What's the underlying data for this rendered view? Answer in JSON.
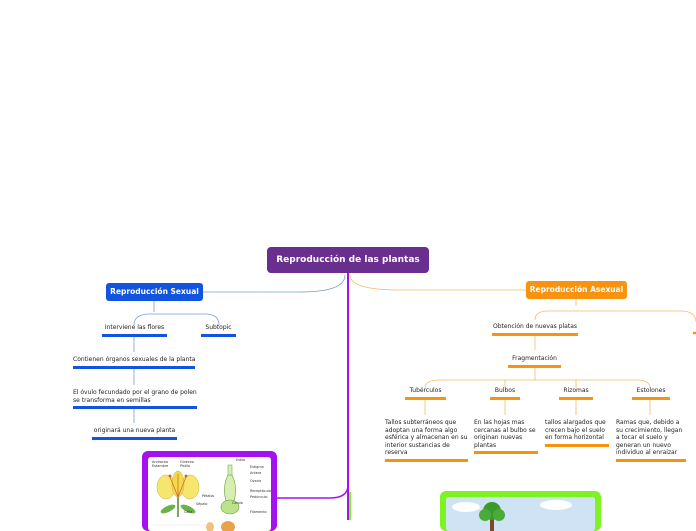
{
  "root": {
    "label": "Reproducción de las plantas"
  },
  "sexual": {
    "label": "Reproducción Sexual",
    "children": [
      {
        "label": "Interviene las flores"
      },
      {
        "label": "Subtopic"
      },
      {
        "label": "Contienen órganos sexuales de la planta"
      },
      {
        "label": "El óvulo fecundado por el grano de polen se transforma en semillas"
      },
      {
        "label": "originará una nueva planta"
      }
    ]
  },
  "asexual": {
    "label": "Reproducción Asexual",
    "children": [
      {
        "label": "Obtención de nuevas platas"
      },
      {
        "label": "Fragmentación"
      }
    ],
    "types": [
      {
        "label": "Tubérculos",
        "description": "Tallos subterráneos que adoptan una forma algo esférica y almacenan en su interior sustancias de reserva"
      },
      {
        "label": "Bulbos",
        "description": "En las hojas mas cercanas al bulbo se originan nuevas plantas"
      },
      {
        "label": "Rizomas",
        "description": "tallos alargados que crecen bajo el suelo en forma horizontal"
      },
      {
        "label": "Estolones",
        "description": "Ramas que, debido a su crecimiento, llegan a tocar el suelo y generan un nuevo individuo al enraizar"
      }
    ]
  },
  "flower_diagram": {
    "labels": [
      "Androceo",
      "Estambre",
      "Gineceo",
      "Pistilo",
      "Estilo",
      "Estigma",
      "Ovario",
      "Pétalos",
      "Sépalo",
      "Cáliz",
      "Corola",
      "Receptáculo",
      "Pedúnculo",
      "Antera",
      "Filamento"
    ]
  },
  "colors": {
    "root": "#6a2e8e",
    "sexual": "#1154e0",
    "asexual": "#f8930f",
    "purple_card": "#a512f0",
    "green_card": "#7df324"
  }
}
